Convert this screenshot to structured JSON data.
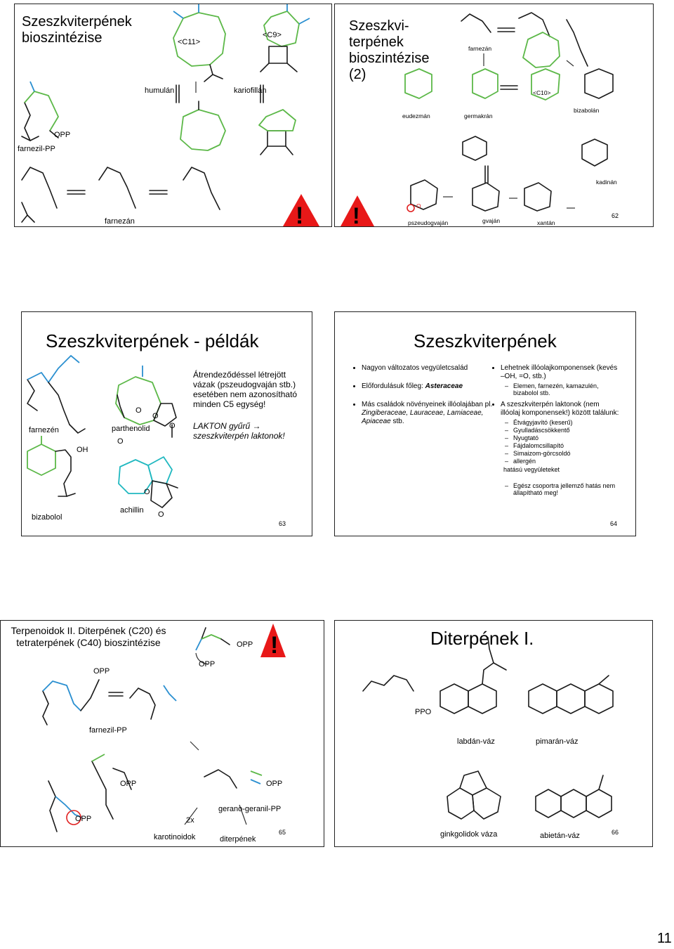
{
  "page_number": "11",
  "s62": {
    "title": "Szeszkviterpének bioszintézise",
    "c11": "<C11>",
    "c9": "<C9>",
    "humulan": "humulán",
    "kariofillan": "kariofillán",
    "opp": "OPP",
    "farnezil_pp": "farnezil-PP",
    "farnezan": "farnezán",
    "title2": "Szeszkvi-terpének bioszintézise (2)",
    "farnezan2": "farnezán",
    "eudezman": "eudezmán",
    "germakran": "germakrán",
    "c10": "<C10>",
    "bizabolan": "bizabolán",
    "kadinan": "kadinán",
    "pszeudogvajan": "pszeudogvaján",
    "gvajan": "gvaján",
    "xantan": "xantán",
    "o": "O",
    "num": "62"
  },
  "s63": {
    "title": "Szeszkviterpének - példák",
    "farnezen": "farnezén",
    "parthenolid": "parthenolid",
    "bizabolol": "bizabolol",
    "achillin": "achillin",
    "oh": "OH",
    "o": "O",
    "text1": "Átrendeződéssel létrejött vázak (pszeudogvaján stb.) esetében nem azonosítható minden C5 egység!",
    "text2": "LAKTON gyűrű → szeszkviterpén laktonok!",
    "num": "63"
  },
  "s64": {
    "title": "Szeszkviterpének",
    "b1": "Nagyon változatos vegyületcsalád",
    "b2_pre": "Előfordulásuk főleg: ",
    "b2_em": "Asteraceae",
    "b3_pre": "Más családok növényeinek illóolajában pl. ",
    "b3_em": "Zingiberaceae, Lauraceae, Lamiaceae, Apiaceae",
    "b3_post": " stb.",
    "r1": "Lehetnek illóolajkomponensek (kevés –OH, =O, stb.)",
    "r1a": "Elemen, farnezén, kamazulén, bizabolol stb.",
    "r2": "A szeszkviterpén laktonok (nem illóolaj komponensek!) között találunk:",
    "list": [
      "Étvágyjavító (keserű)",
      "Gyulladáscsökkentő",
      "Nyugtató",
      "Fájdalomcsillapító",
      "Simaizom-görcsoldó",
      "allergén"
    ],
    "r2b": "hatású vegyületeket",
    "r3": "Egész csoportra jellemző hatás nem állapítható meg!",
    "num": "64"
  },
  "s65": {
    "title": "Terpenoidok II. Diterpének (C20) és tetraterpének (C40) bioszintézise",
    "opp": "OPP",
    "farnezil_pp": "farnezil-PP",
    "gerano": "gerano-geranil-PP",
    "karotinoidok": "karotinoidok",
    "diterpenek": "diterpének",
    "x2": "2x",
    "num": "65"
  },
  "s66": {
    "title": "Diterpének I.",
    "ppo": "PPO",
    "labdan": "labdán-váz",
    "pimaran": "pimarán-váz",
    "ginkgolid": "ginkgolidok váza",
    "abietan": "abietán-váz",
    "num": "66"
  }
}
